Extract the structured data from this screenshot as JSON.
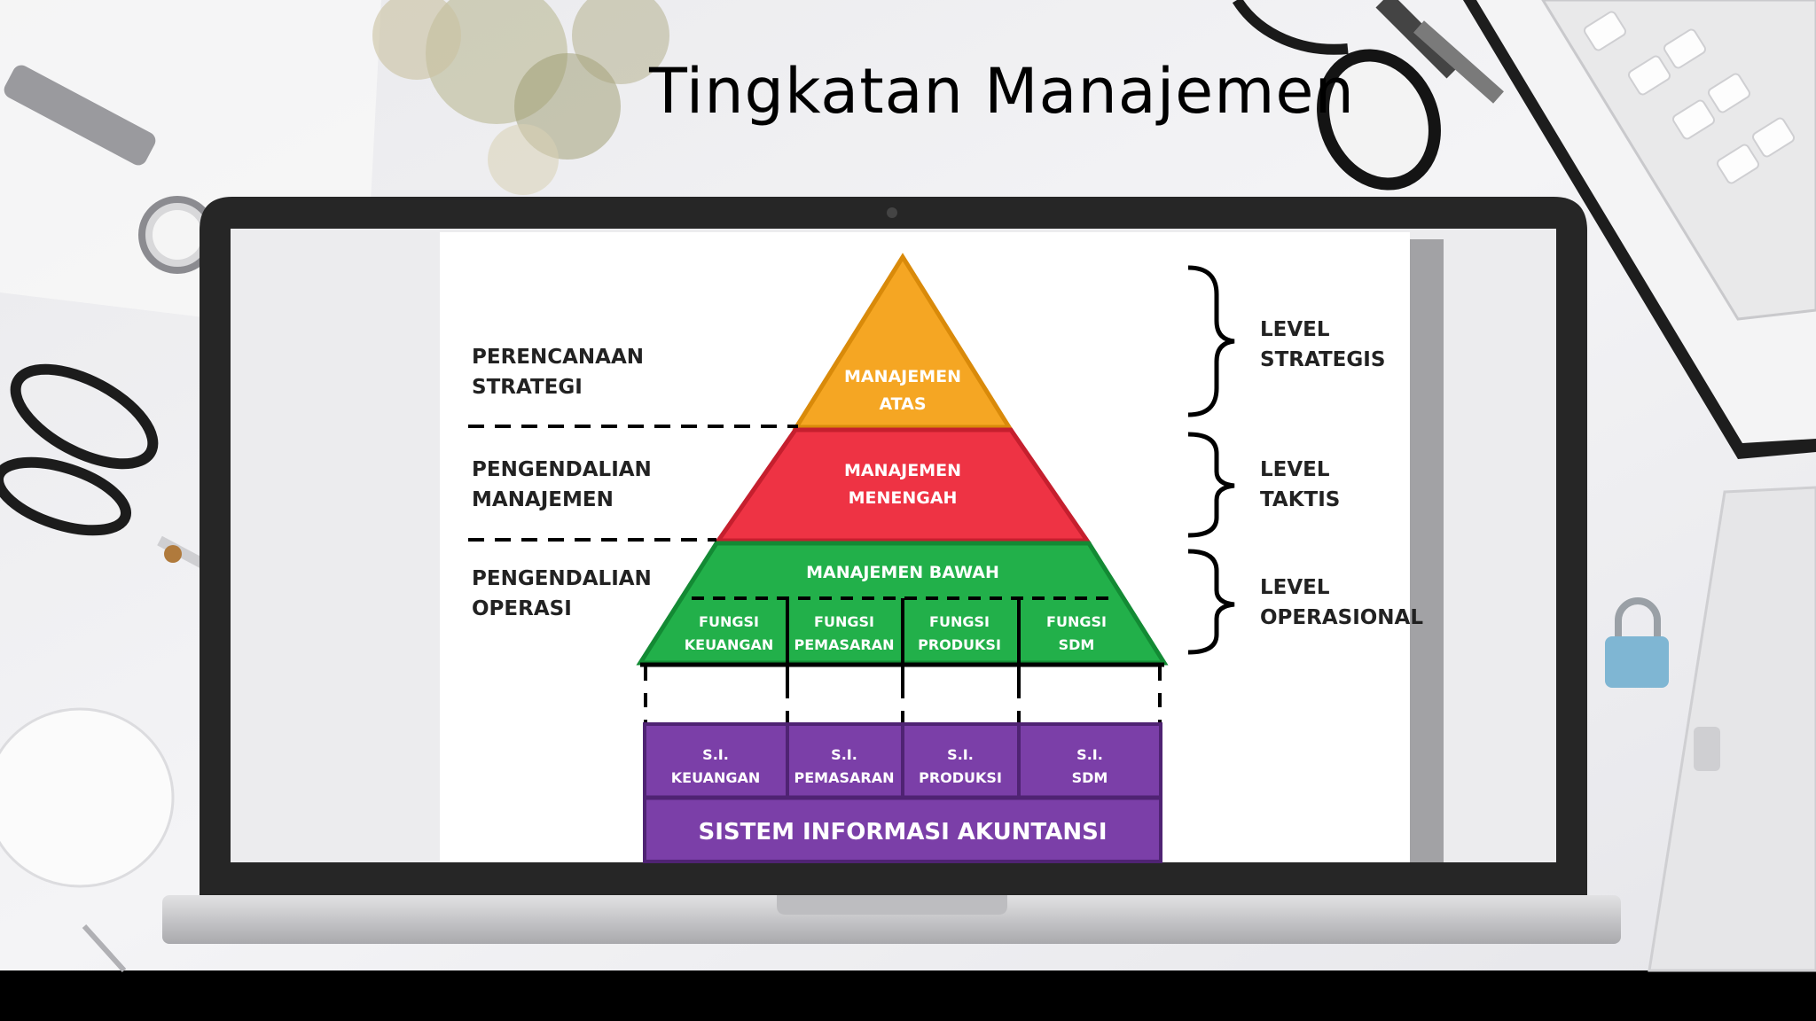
{
  "title": "Tingkatan Manajemen",
  "left_labels": [
    {
      "line1": "PERENCANAAN",
      "line2": "STRATEGI"
    },
    {
      "line1": "PENGENDALIAN",
      "line2": "MANAJEMEN"
    },
    {
      "line1": "PENGENDALIAN",
      "line2": "OPERASI"
    }
  ],
  "right_labels": [
    {
      "line1": "LEVEL",
      "line2": "STRATEGIS"
    },
    {
      "line1": "LEVEL",
      "line2": "TAKTIS"
    },
    {
      "line1": "LEVEL",
      "line2": "OPERASIONAL"
    }
  ],
  "pyramid": {
    "top": {
      "line1": "MANAJEMEN",
      "line2": "ATAS"
    },
    "middle": {
      "line1": "MANAJEMEN",
      "line2": "MENENGAH"
    },
    "bottom": {
      "title": "MANAJEMEN BAWAH"
    },
    "functions": [
      {
        "line1": "FUNGSI",
        "line2": "KEUANGAN"
      },
      {
        "line1": "FUNGSI",
        "line2": "PEMASARAN"
      },
      {
        "line1": "FUNGSI",
        "line2": "PRODUKSI"
      },
      {
        "line1": "FUNGSI",
        "line2": "SDM"
      }
    ]
  },
  "systems": [
    {
      "line1": "S.I.",
      "line2": "KEUANGAN"
    },
    {
      "line1": "S.I.",
      "line2": "PEMASARAN"
    },
    {
      "line1": "S.I.",
      "line2": "PRODUKSI"
    },
    {
      "line1": "S.I.",
      "line2": "SDM"
    }
  ],
  "base": "SISTEM INFORMASI AKUNTANSI",
  "colors": {
    "top": "#F5A623",
    "middle": "#EE3344",
    "bottom": "#22B04A",
    "purple": "#7B3FA8",
    "laptop": "#262626",
    "desk": "#EFEFF1"
  }
}
